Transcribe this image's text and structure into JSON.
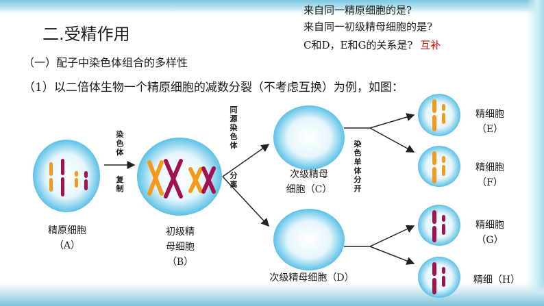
{
  "title": "二.受精作用",
  "questions": {
    "q1": "来自同一精原细胞的是?",
    "q2": "来自同一初级精母细胞的是?",
    "q3": "C和D，E和G的关系是?",
    "q3_answer": "互补"
  },
  "section_heading": "（一）配子中染色体组合的多样性",
  "example_line": "（1）以二倍体生物一个精原细胞的减数分裂（不考虑互换）为例，如图：",
  "arrows": {
    "a1_top": "染色体",
    "a1_bottom": "复制",
    "a2_top": "同源染色体",
    "a2_bottom": "分离",
    "a3": "染色单体分开"
  },
  "cells": {
    "A": {
      "line1": "精原细胞",
      "line2": "（A）"
    },
    "B": {
      "line1": "初级精",
      "line2": "母细胞",
      "line3": "（B）"
    },
    "C": {
      "line1": "次级精母",
      "line2": "细胞（C）"
    },
    "D": {
      "line1": "次级精母细胞（D）"
    },
    "E": {
      "line1": "精细胞",
      "line2": "（E）"
    },
    "F": {
      "line1": "精细胞",
      "line2": "（F）"
    },
    "G": {
      "line1": "精细胞",
      "line2": "（G）"
    },
    "H": {
      "line1": "精细（H）"
    }
  },
  "colors": {
    "orange": "#f39a1a",
    "purple": "#a0134f",
    "answer": "#e00000",
    "cell_edge": "#5cc1e6"
  }
}
